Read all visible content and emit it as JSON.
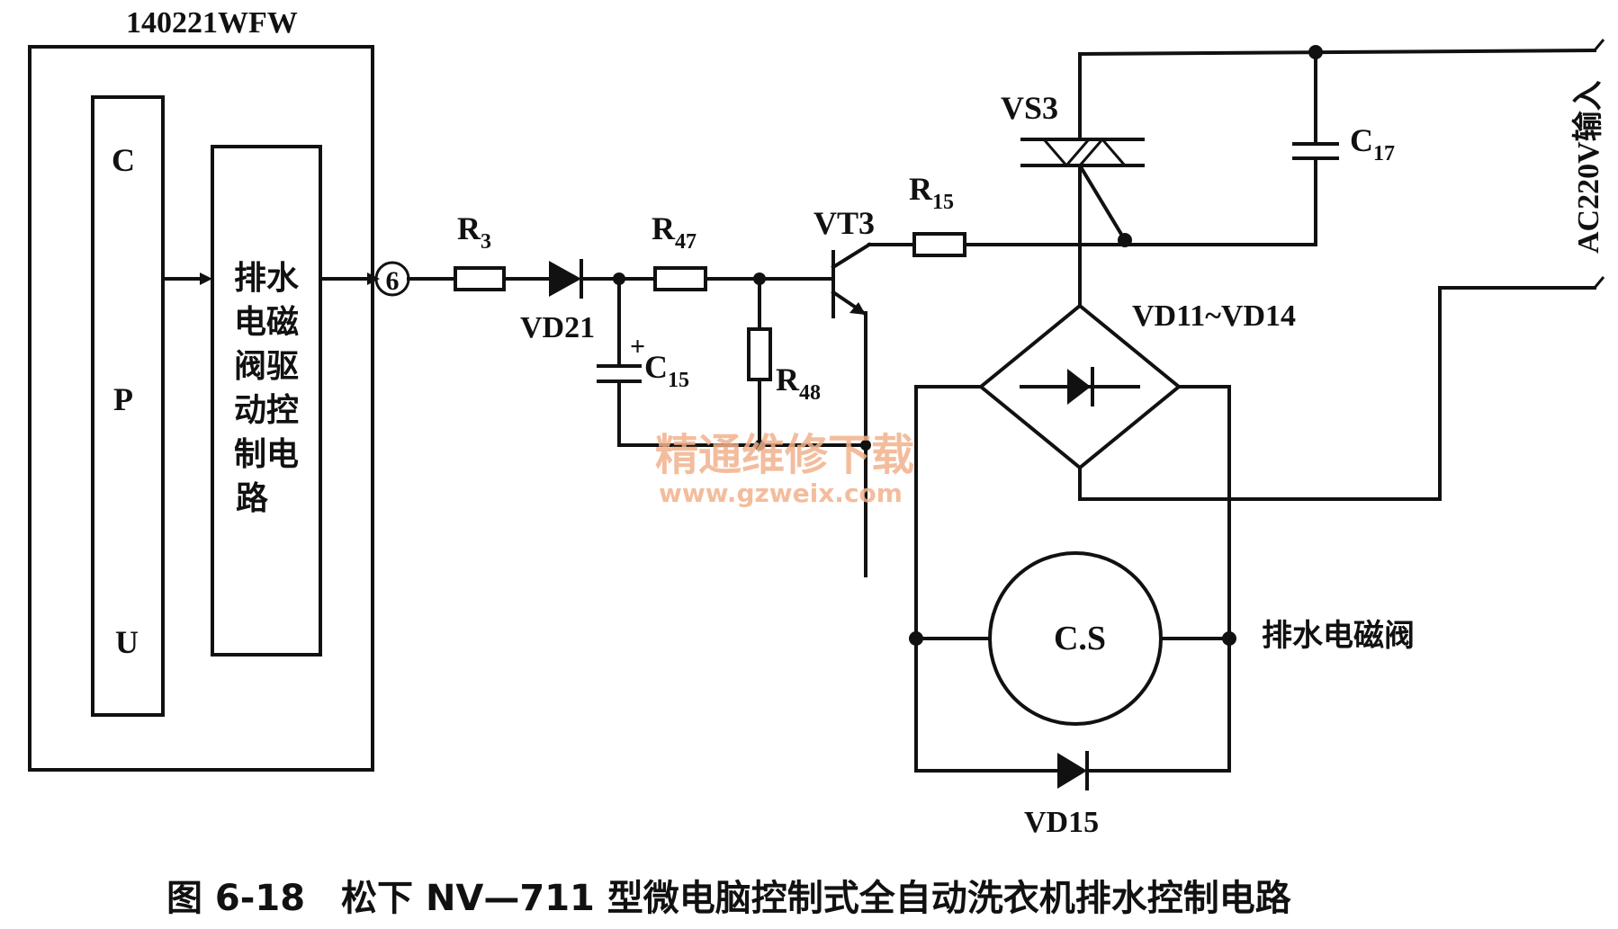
{
  "module_label": "140221WFW",
  "cpu_letters": [
    "C",
    "P",
    "U"
  ],
  "driver_lines": [
    "排水",
    "电磁",
    "阀驱",
    "动控",
    "制电",
    "路"
  ],
  "pin_number": "6",
  "components": {
    "r3": {
      "main": "R",
      "sub": "3"
    },
    "vd21": "VD21",
    "r47": {
      "main": "R",
      "sub": "47"
    },
    "c15": {
      "main": "C",
      "sub": "15",
      "plus": "+"
    },
    "r48": {
      "main": "R",
      "sub": "48"
    },
    "vt3": "VT3",
    "r15": {
      "main": "R",
      "sub": "15"
    },
    "vs3": "VS3",
    "c17": {
      "main": "C",
      "sub": "17"
    },
    "bridge": "VD11~VD14",
    "coil": "C.S",
    "vd15": "VD15"
  },
  "valve_label": "排水电磁阀",
  "ac_input_label": "AC220V输入",
  "watermark": {
    "line1": "精通维修下载",
    "line2": "www.gzweix.com"
  },
  "caption": "图 6-18　松下 NV—711 型微电脑控制式全自动洗衣机排水控制电路"
}
